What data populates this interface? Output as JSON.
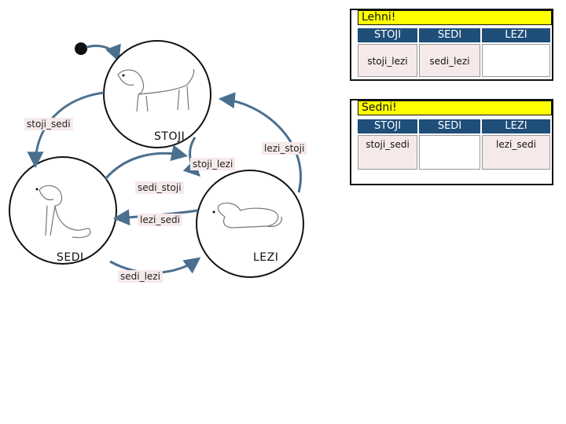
{
  "states": {
    "stoji": "STOJI",
    "sedi": "SEDI",
    "lezi": "LEZI"
  },
  "transitions": {
    "stoji_sedi": "stoji_sedi",
    "lezi_stoji": "lezi_stoji",
    "stoji_lezi": "stoji_lezi",
    "sedi_stoji": "sedi_stoji",
    "lezi_sedi": "lezi_sedi",
    "sedi_lezi": "sedi_lezi"
  },
  "lehni_table": {
    "title": "Lehni!",
    "headers": [
      "STOJI",
      "SEDI",
      "LEZI"
    ],
    "row": [
      "stoji_lezi",
      "sedi_lezi",
      ""
    ]
  },
  "sedni_table": {
    "title": "Sedni!",
    "headers": [
      "STOJI",
      "SEDI",
      "LEZI"
    ],
    "row": [
      "stoji_sedi",
      "",
      "lezi_sedi"
    ]
  },
  "colors": {
    "arrow": "#4a6f8f",
    "table_header": "#1f4e79",
    "label_bg": "#f6e9e9",
    "title_bg": "#ffff00"
  }
}
